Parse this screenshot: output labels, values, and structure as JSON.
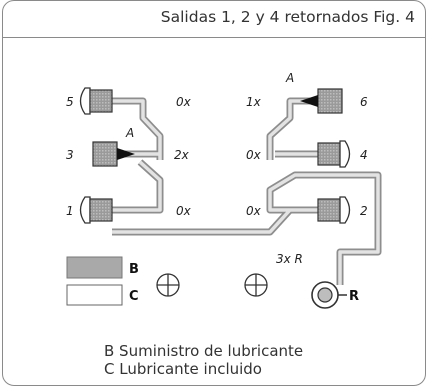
{
  "header": {
    "title": "Salidas 1, 2 y 4 retornados Fig. 4"
  },
  "diagram": {
    "outlets": [
      {
        "num": "5",
        "port": "0x"
      },
      {
        "num": "3",
        "port": "2x",
        "marker": "A"
      },
      {
        "num": "1",
        "port": "0x"
      },
      {
        "num": "6",
        "port": "1x",
        "marker": "A"
      },
      {
        "num": "4",
        "port": "0x"
      },
      {
        "num": "2",
        "port": "0x"
      }
    ],
    "return_port": "3x R",
    "return_label": "R"
  },
  "legend": {
    "b_key": "B",
    "c_key": "C",
    "b_text": "B Suministro de lubricante",
    "c_text": "C Lubricante incluido"
  }
}
